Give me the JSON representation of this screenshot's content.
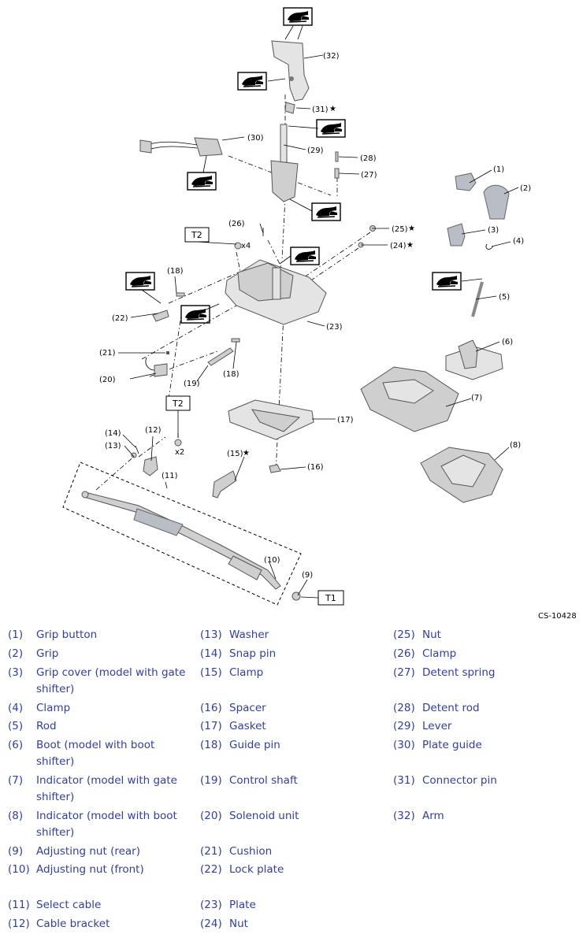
{
  "diagram_code": "CS-10428",
  "torque_labels": {
    "t1": "T1",
    "t2a": "T2",
    "t2b": "T2"
  },
  "multipliers": {
    "x4": "x4",
    "x2": "x2"
  },
  "callouts": {
    "c1": "(1)",
    "c2": "(2)",
    "c3": "(3)",
    "c4": "(4)",
    "c5": "(5)",
    "c6": "(6)",
    "c7": "(7)",
    "c8": "(8)",
    "c9": "(9)",
    "c10": "(10)",
    "c11": "(11)",
    "c12": "(12)",
    "c13": "(13)",
    "c14": "(14)",
    "c15": "(15)",
    "c16": "(16)",
    "c17": "(17)",
    "c18a": "(18)",
    "c18b": "(18)",
    "c19": "(19)",
    "c20": "(20)",
    "c21": "(21)",
    "c22": "(22)",
    "c23": "(23)",
    "c24": "(24)",
    "c25": "(25)",
    "c26": "(26)",
    "c27": "(27)",
    "c28": "(28)",
    "c29": "(29)",
    "c30": "(30)",
    "c31": "(31)",
    "c32": "(32)"
  },
  "star": "★",
  "legend": {
    "col1": [
      {
        "num": "(1)",
        "name": "Grip button"
      },
      {
        "num": "(2)",
        "name": "Grip"
      },
      {
        "num": "(3)",
        "name": "Grip cover (model with gate",
        "name2": "shifter)"
      },
      {
        "num": "(4)",
        "name": "Clamp"
      },
      {
        "num": "(5)",
        "name": "Rod"
      },
      {
        "num": "(6)",
        "name": "Boot (model with boot",
        "name2": "shifter)"
      },
      {
        "num": "(7)",
        "name": "Indicator (model with gate",
        "name2": "shifter)"
      },
      {
        "num": "(8)",
        "name": "Indicator (model with boot",
        "name2": "shifter)"
      },
      {
        "num": "(9)",
        "name": "Adjusting nut (rear)"
      },
      {
        "num": "(10)",
        "name": "Adjusting nut (front)"
      },
      {
        "num": "(11)",
        "name": "Select cable"
      },
      {
        "num": "(12)",
        "name": "Cable bracket"
      }
    ],
    "col2": [
      {
        "num": "(13)",
        "name": "Washer"
      },
      {
        "num": "(14)",
        "name": "Snap pin"
      },
      {
        "num": "(15)",
        "name": "Clamp"
      },
      {
        "num": "(16)",
        "name": "Spacer"
      },
      {
        "num": "(17)",
        "name": "Gasket"
      },
      {
        "num": "(18)",
        "name": "Guide pin"
      },
      {
        "num": "(19)",
        "name": "Control shaft"
      },
      {
        "num": "(20)",
        "name": "Solenoid unit"
      },
      {
        "num": "(21)",
        "name": "Cushion"
      },
      {
        "num": "(22)",
        "name": "Lock plate"
      },
      {
        "num": "(23)",
        "name": "Plate"
      },
      {
        "num": "(24)",
        "name": "Nut"
      }
    ],
    "col3": [
      {
        "num": "(25)",
        "name": "Nut"
      },
      {
        "num": "(26)",
        "name": "Clamp"
      },
      {
        "num": "(27)",
        "name": "Detent spring"
      },
      {
        "num": "(28)",
        "name": "Detent rod"
      },
      {
        "num": "(29)",
        "name": "Lever"
      },
      {
        "num": "(30)",
        "name": "Plate guide"
      },
      {
        "num": "(31)",
        "name": "Connector pin"
      },
      {
        "num": "(32)",
        "name": "Arm"
      }
    ]
  }
}
